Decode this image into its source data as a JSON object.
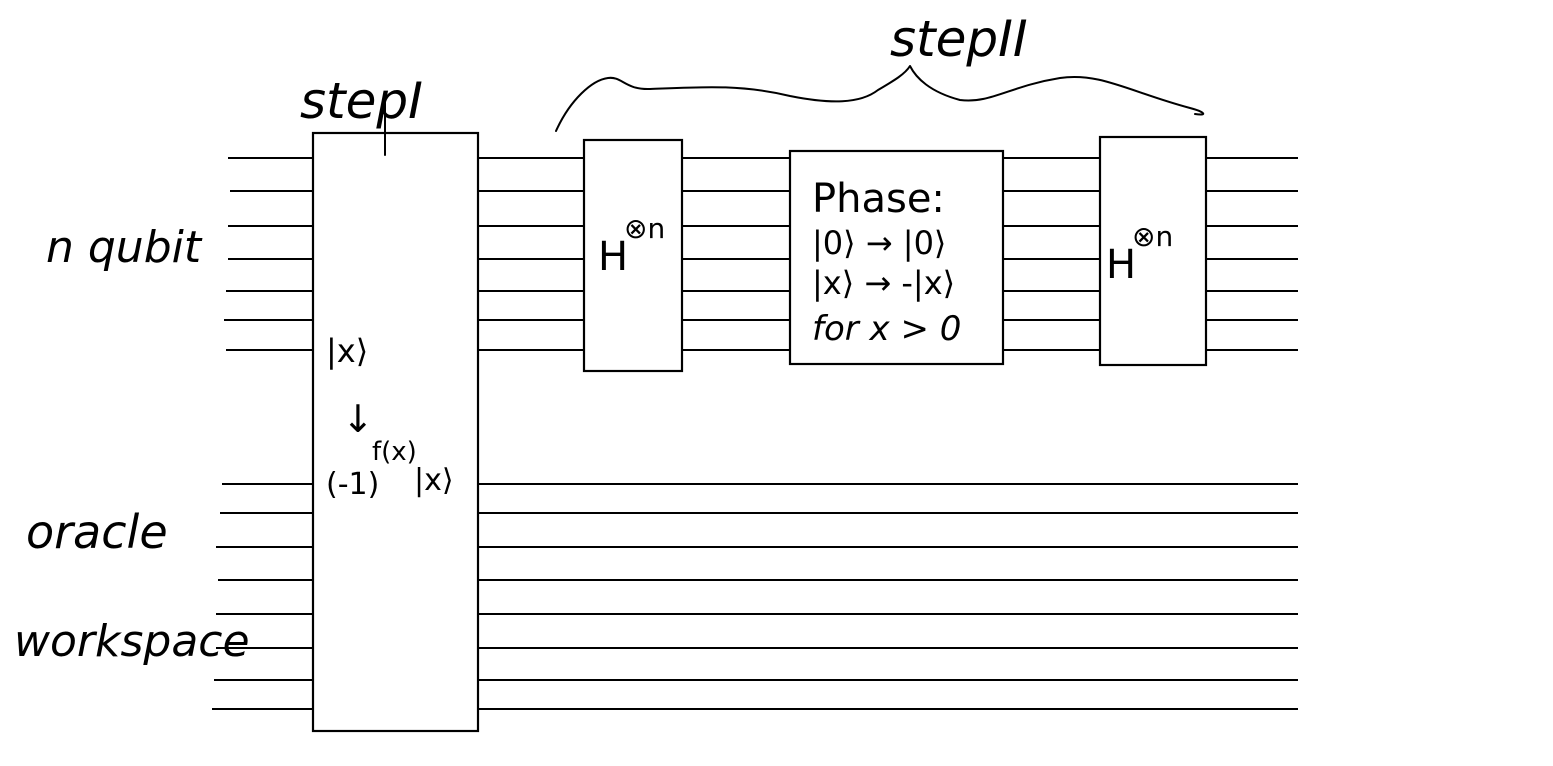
{
  "labels": {
    "step1": "stepI",
    "step2": "stepII",
    "qubits": "n qubit",
    "oracle": "oracle",
    "workspace": "workspace"
  },
  "oracle_box": {
    "input": "|x⟩",
    "arrow": "↓",
    "output_base": "(-1)",
    "output_exp": "f(x)",
    "output_ket": "|x⟩"
  },
  "hadamard": {
    "base": "H",
    "exp": "⊗n"
  },
  "phase_box": {
    "title": "Phase:",
    "line1": "|0⟩ → |0⟩",
    "line2": "|x⟩ → -|x⟩",
    "line3": "for x > 0"
  }
}
